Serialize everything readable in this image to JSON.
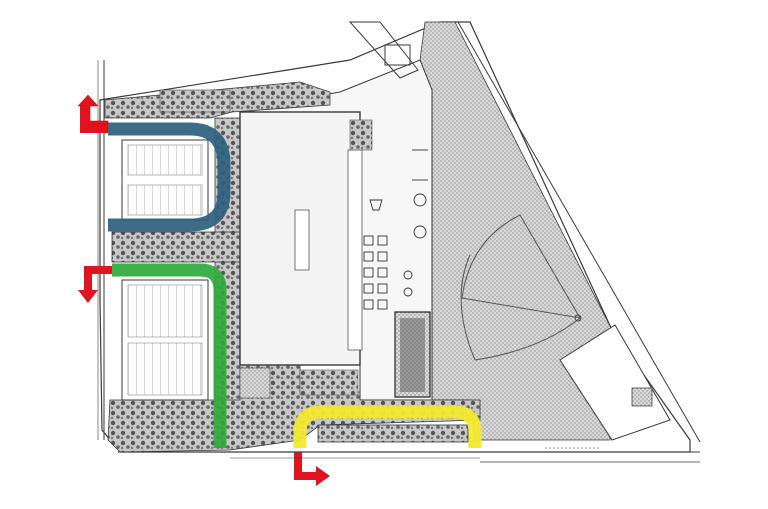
{
  "colors": {
    "background": "#ffffff",
    "linework": "#3a3a3a",
    "hatch": "#9a9a9a",
    "landscape": "#6f6f6f",
    "building": "#f4f4f4",
    "route_north": "#2d5f7f",
    "route_middle": "#2faa3c",
    "route_south": "#f2ea2c",
    "exit_arrow": "#e0141e"
  },
  "routes": [
    {
      "name": "north-exit-route",
      "color_key": "route_north"
    },
    {
      "name": "middle-exit-route",
      "color_key": "route_middle"
    },
    {
      "name": "south-exit-route",
      "color_key": "route_south"
    }
  ],
  "exit_arrows": [
    {
      "name": "north-exit-arrow",
      "direction": "up"
    },
    {
      "name": "middle-exit-arrow",
      "direction": "down"
    },
    {
      "name": "south-exit-arrow",
      "direction": "right"
    }
  ],
  "icons": [
    "exit-arrow-icon",
    "parking-lot-icon",
    "building-icon",
    "playfield-icon"
  ]
}
